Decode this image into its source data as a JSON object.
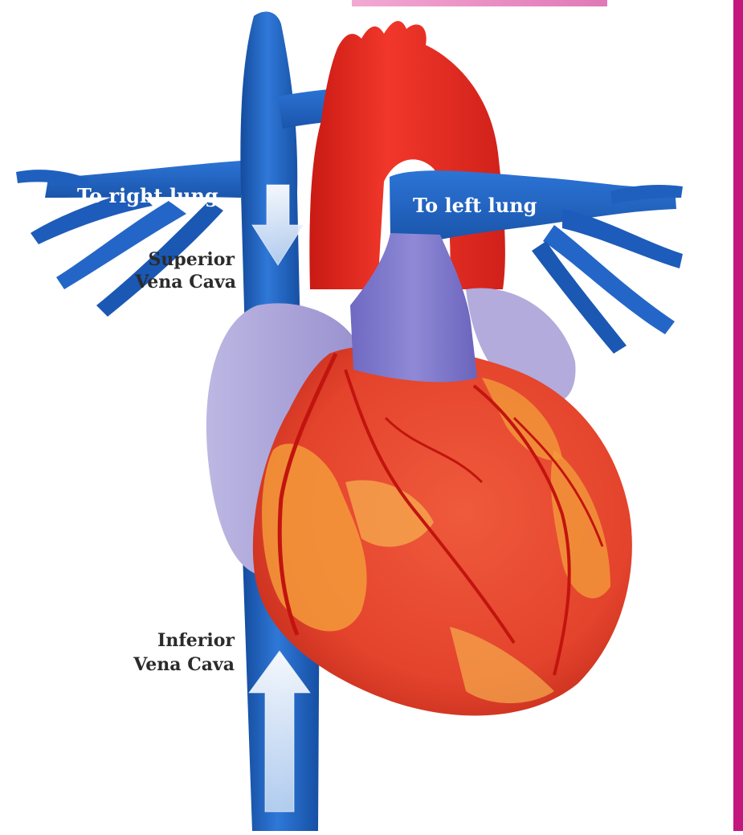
{
  "labels": {
    "to_right_lung": "To right lung",
    "to_left_lung": "To left lung",
    "superior_vena_cava_line1": "Superior",
    "superior_vena_cava_line2": "Vena Cava",
    "inferior_vena_cava_line1": "Inferior",
    "inferior_vena_cava_line2": "Vena Cava"
  },
  "colors": {
    "vein_blue": "#1f63c6",
    "vein_dark": "#144c9e",
    "aorta_red": "#e5281c",
    "heart_red": "#e94b35",
    "heart_orange": "#f39a3a",
    "atrium_lavender": "#a9a2d6",
    "pulmonary_purple": "#7e79cc",
    "border_magenta": "#c2187d",
    "label_white": "#ffffff",
    "label_dark": "#2b2b2b"
  },
  "icons": [
    "down-arrow-icon",
    "up-arrow-icon"
  ]
}
